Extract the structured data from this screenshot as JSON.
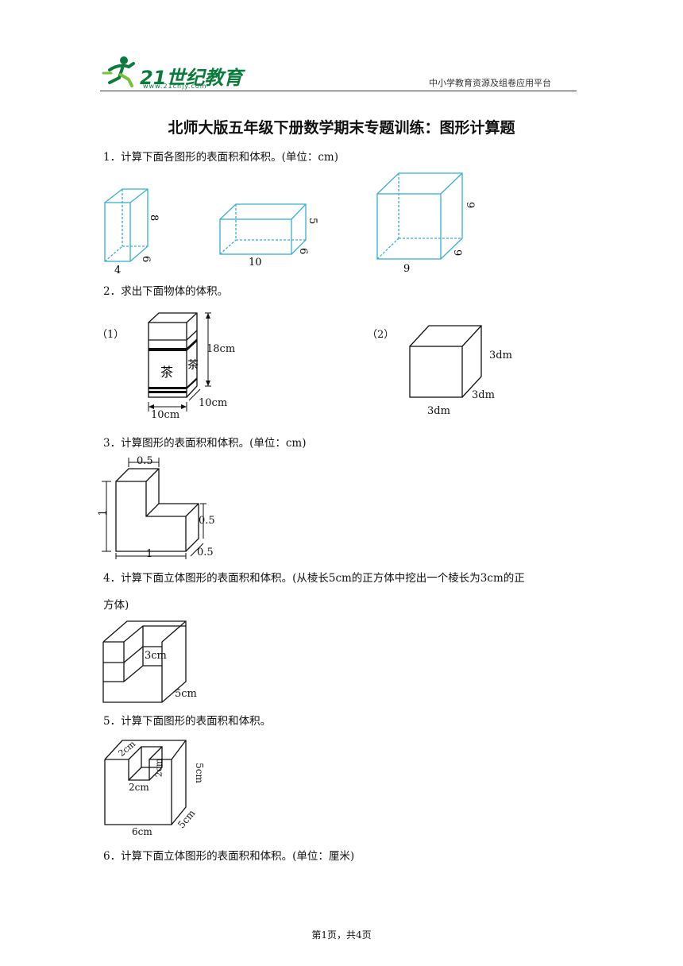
{
  "header": {
    "logo_text": "21世纪教育",
    "logo_url": "www.21cnjy.com",
    "platform": "中小学教育资源及组卷应用平台"
  },
  "title": "北师大版五年级下册数学期末专题训练：图形计算题",
  "q1": {
    "text": "1．计算下面各图形的表面积和体积。(单位：cm)",
    "figures": [
      {
        "height": "8",
        "depth": "6",
        "width": "4"
      },
      {
        "height": "5",
        "depth": "6",
        "width": "10"
      },
      {
        "height": "9",
        "depth": "9",
        "width": "9"
      }
    ]
  },
  "q2": {
    "text": "2．求出下面物体的体积。",
    "part1": {
      "label": "（1）",
      "height": "18cm",
      "depth": "10cm",
      "width": "10cm",
      "tea": "茶"
    },
    "part2": {
      "label": "（2）",
      "height": "3dm",
      "depth": "3dm",
      "width": "3dm"
    }
  },
  "q3": {
    "text": "3．计算图形的表面积和体积。(单位：cm)",
    "top": "0.5",
    "left": "1",
    "step": "0.5",
    "depth": "0.5",
    "bottom": "1"
  },
  "q4": {
    "text_line1": "4．计算下面立体图形的表面积和体积。(从棱长5cm的正方体中挖出一个棱长为3cm的正",
    "text_line2": "方体)",
    "inner": "3cm",
    "outer": "5cm"
  },
  "q5": {
    "text": "5．计算下面图形的表面积和体积。",
    "slot_top": "2cm",
    "slot_depth": "2cm",
    "slot_bottom": "2cm",
    "height": "5cm",
    "depth": "5cm",
    "width": "6cm"
  },
  "q6": {
    "text": "6．计算下面立体图形的表面积和体积。(单位：厘米)"
  },
  "footer": {
    "text": "第1页，共4页"
  }
}
